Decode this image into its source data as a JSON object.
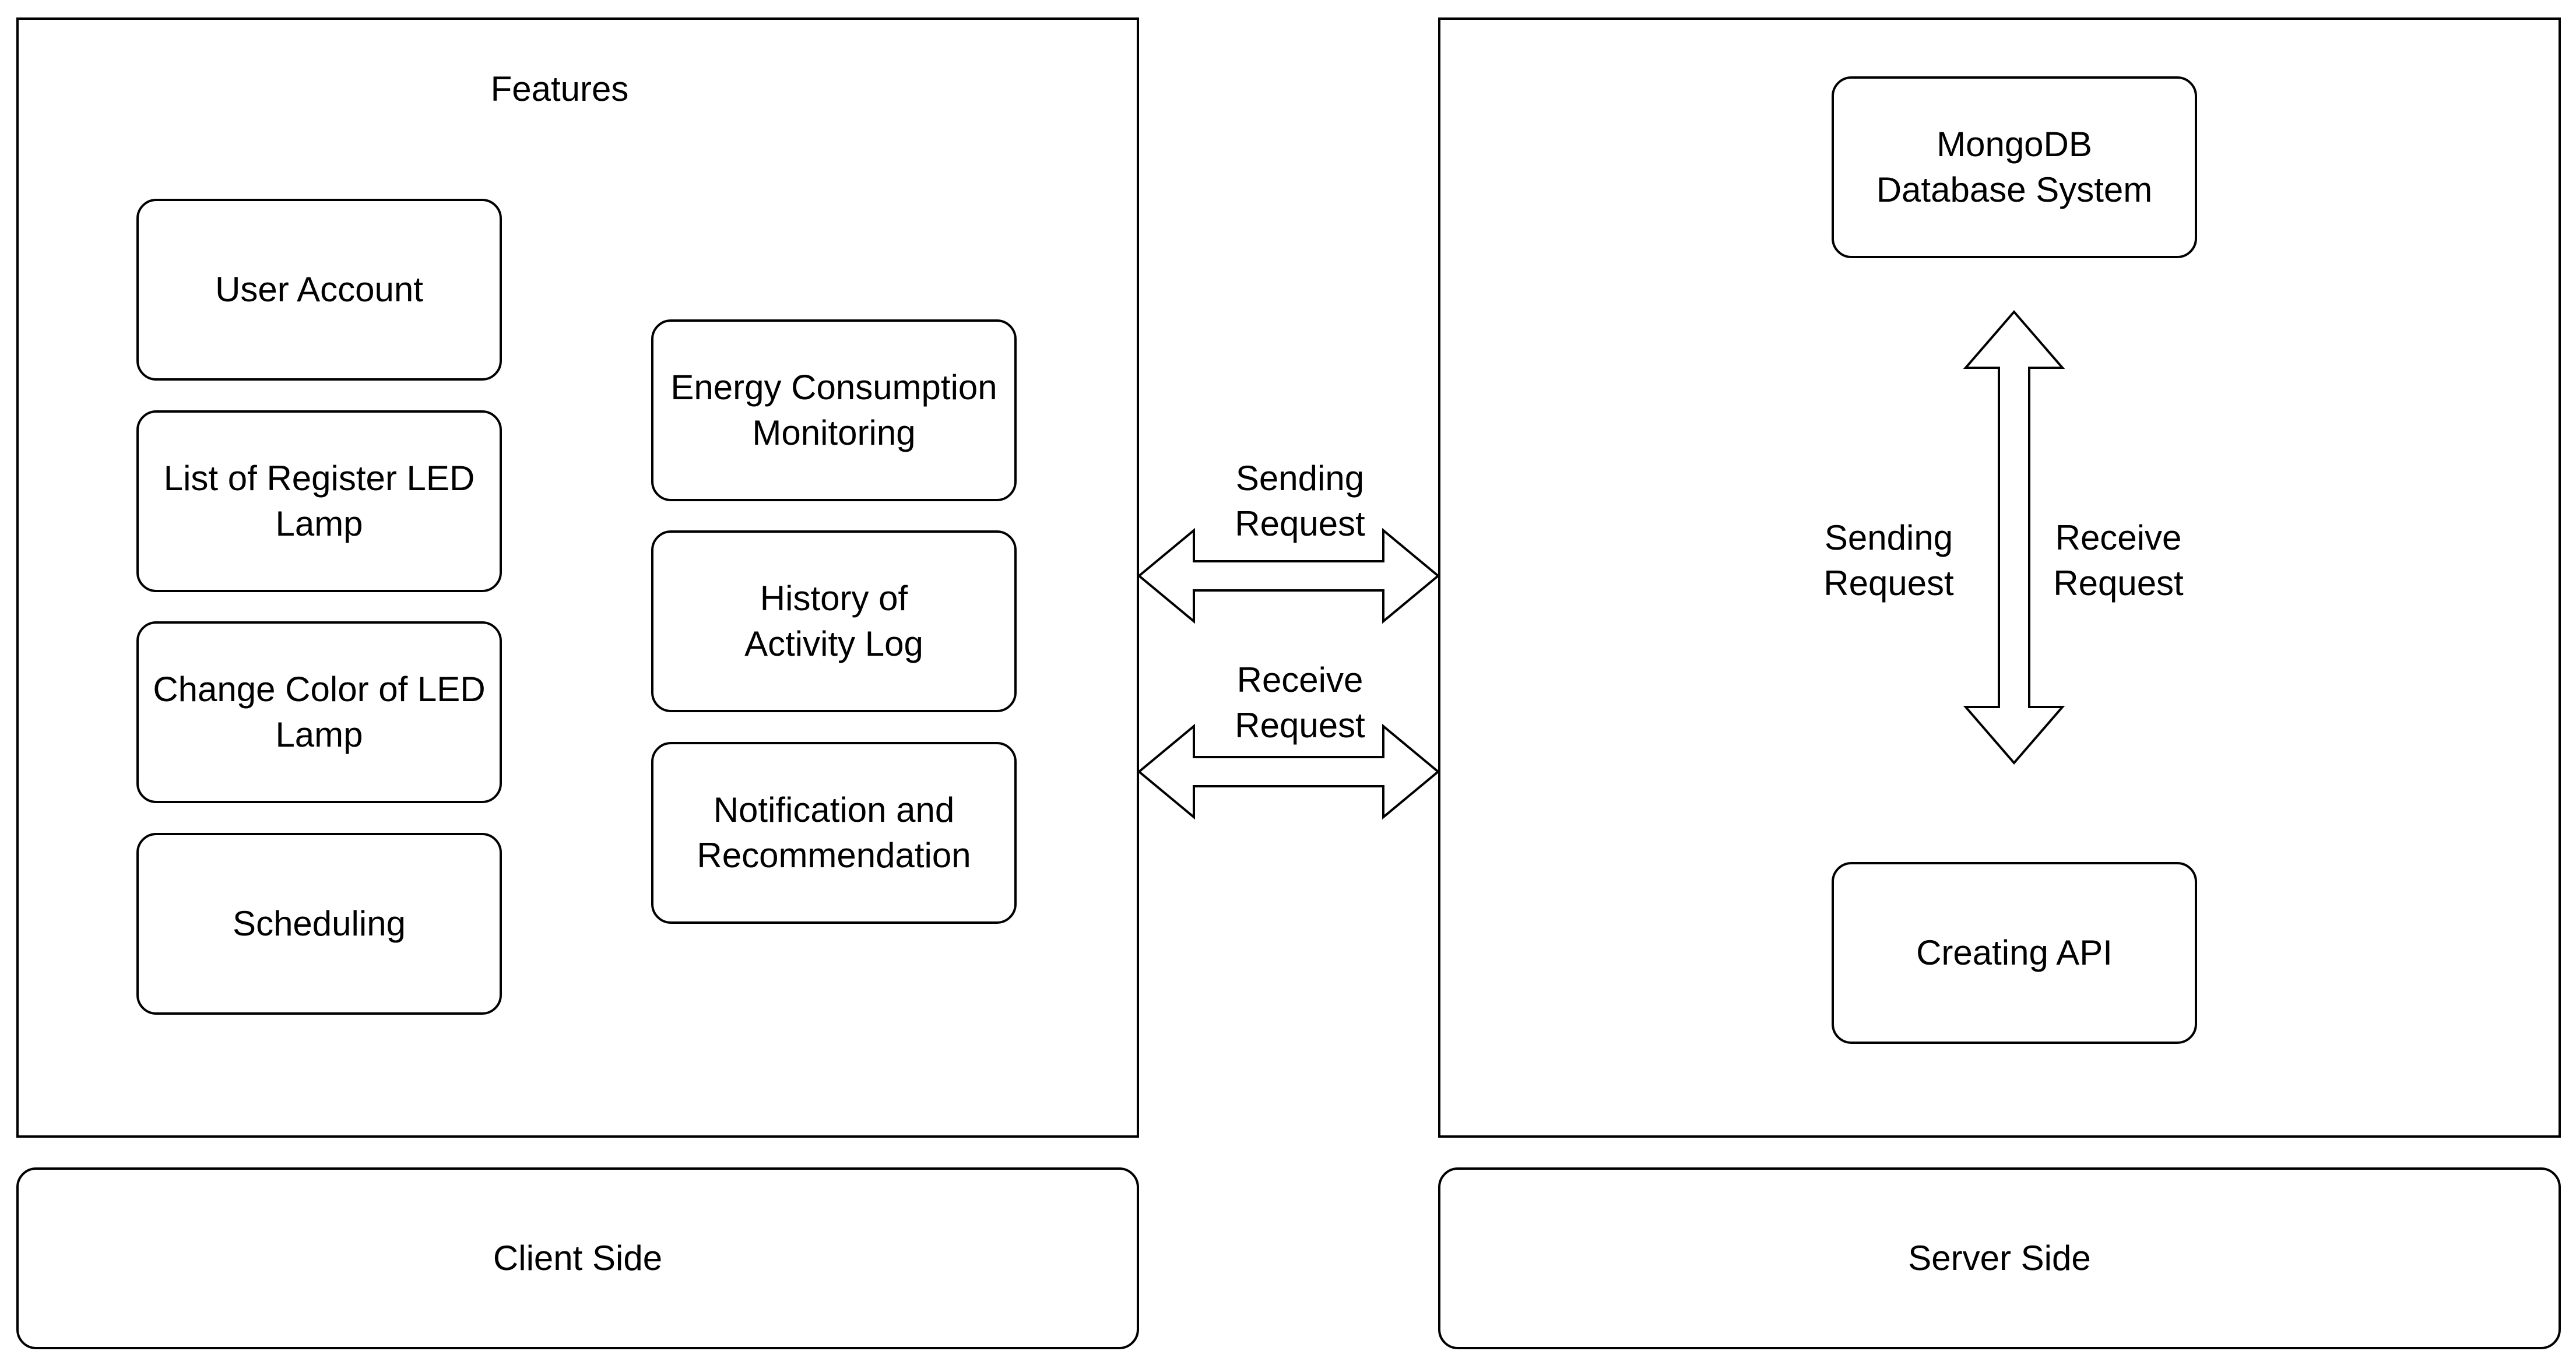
{
  "client": {
    "features_title": "Features",
    "features": [
      "User Account",
      "List of Register LED\nLamp",
      "Change Color of LED\nLamp",
      "Scheduling",
      "Energy Consumption\nMonitoring",
      "History of\nActivity Log",
      "Notification and\nRecommendation"
    ],
    "footer_label": "Client Side"
  },
  "server": {
    "database_label": "MongoDB\nDatabase System",
    "api_label": "Creating API",
    "footer_label": "Server Side"
  },
  "connections": {
    "client_server_send": "Sending\nRequest",
    "client_server_receive": "Receive\nRequest",
    "api_db_send": "Sending\nRequest",
    "api_db_receive": "Receive\nRequest"
  }
}
